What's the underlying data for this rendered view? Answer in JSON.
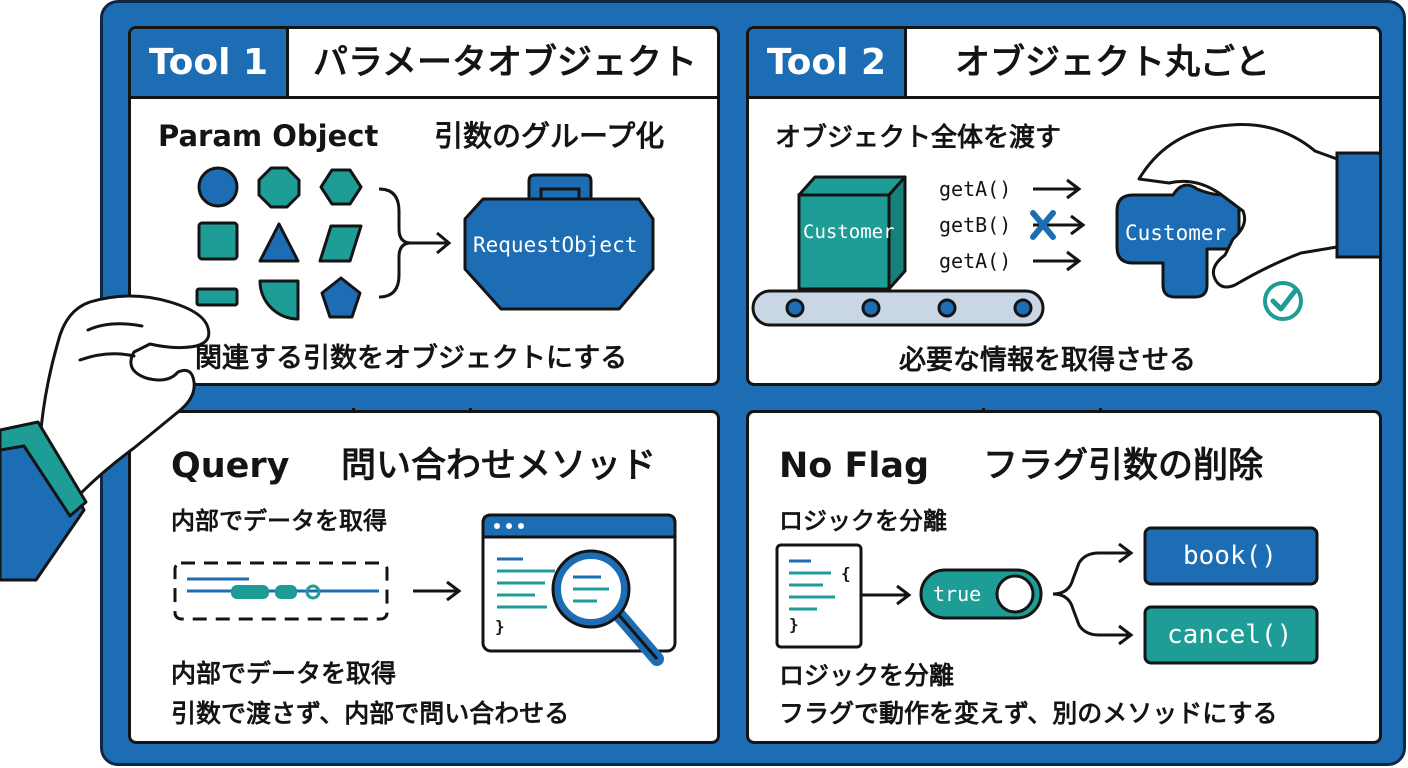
{
  "panel1": {
    "tag": "Tool 1",
    "title": "パラメータオブジェクト",
    "label_en": "Param Object",
    "label_jp": "引数のグループ化",
    "bag_label": "RequestObject",
    "caption": "関連する引数をオブジェクトにする"
  },
  "panel2": {
    "tag": "Tool 2",
    "title": "オブジェクト丸ごと",
    "subtitle": "オブジェクト全体を渡す",
    "box_label": "Customer",
    "calls": [
      "getA()",
      "getB()",
      "getA()"
    ],
    "target_label": "Customer",
    "caption": "必要な情報を取得させる"
  },
  "panel3": {
    "tag": "Query",
    "title": "問い合わせメソッド",
    "subtitle": "内部でデータを取得",
    "code_brace": "}",
    "caption_1": "内部でデータを取得",
    "caption_2": "引数で渡さず、内部で問い合わせる"
  },
  "panel4": {
    "tag": "No Flag",
    "title": "フラグ引数の削除",
    "subtitle": "ロジックを分離",
    "code_open": "{",
    "code_close": "}",
    "toggle_label": "true",
    "method_1": "book()",
    "method_2": "cancel()",
    "caption_1": "ロジックを分離",
    "caption_2": "フラグで動作を変えず、別のメソッドにする"
  },
  "colors": {
    "blue": "#1d6db4",
    "teal": "#1e9c96",
    "ink": "#141414",
    "belt": "#c9d6e6"
  }
}
